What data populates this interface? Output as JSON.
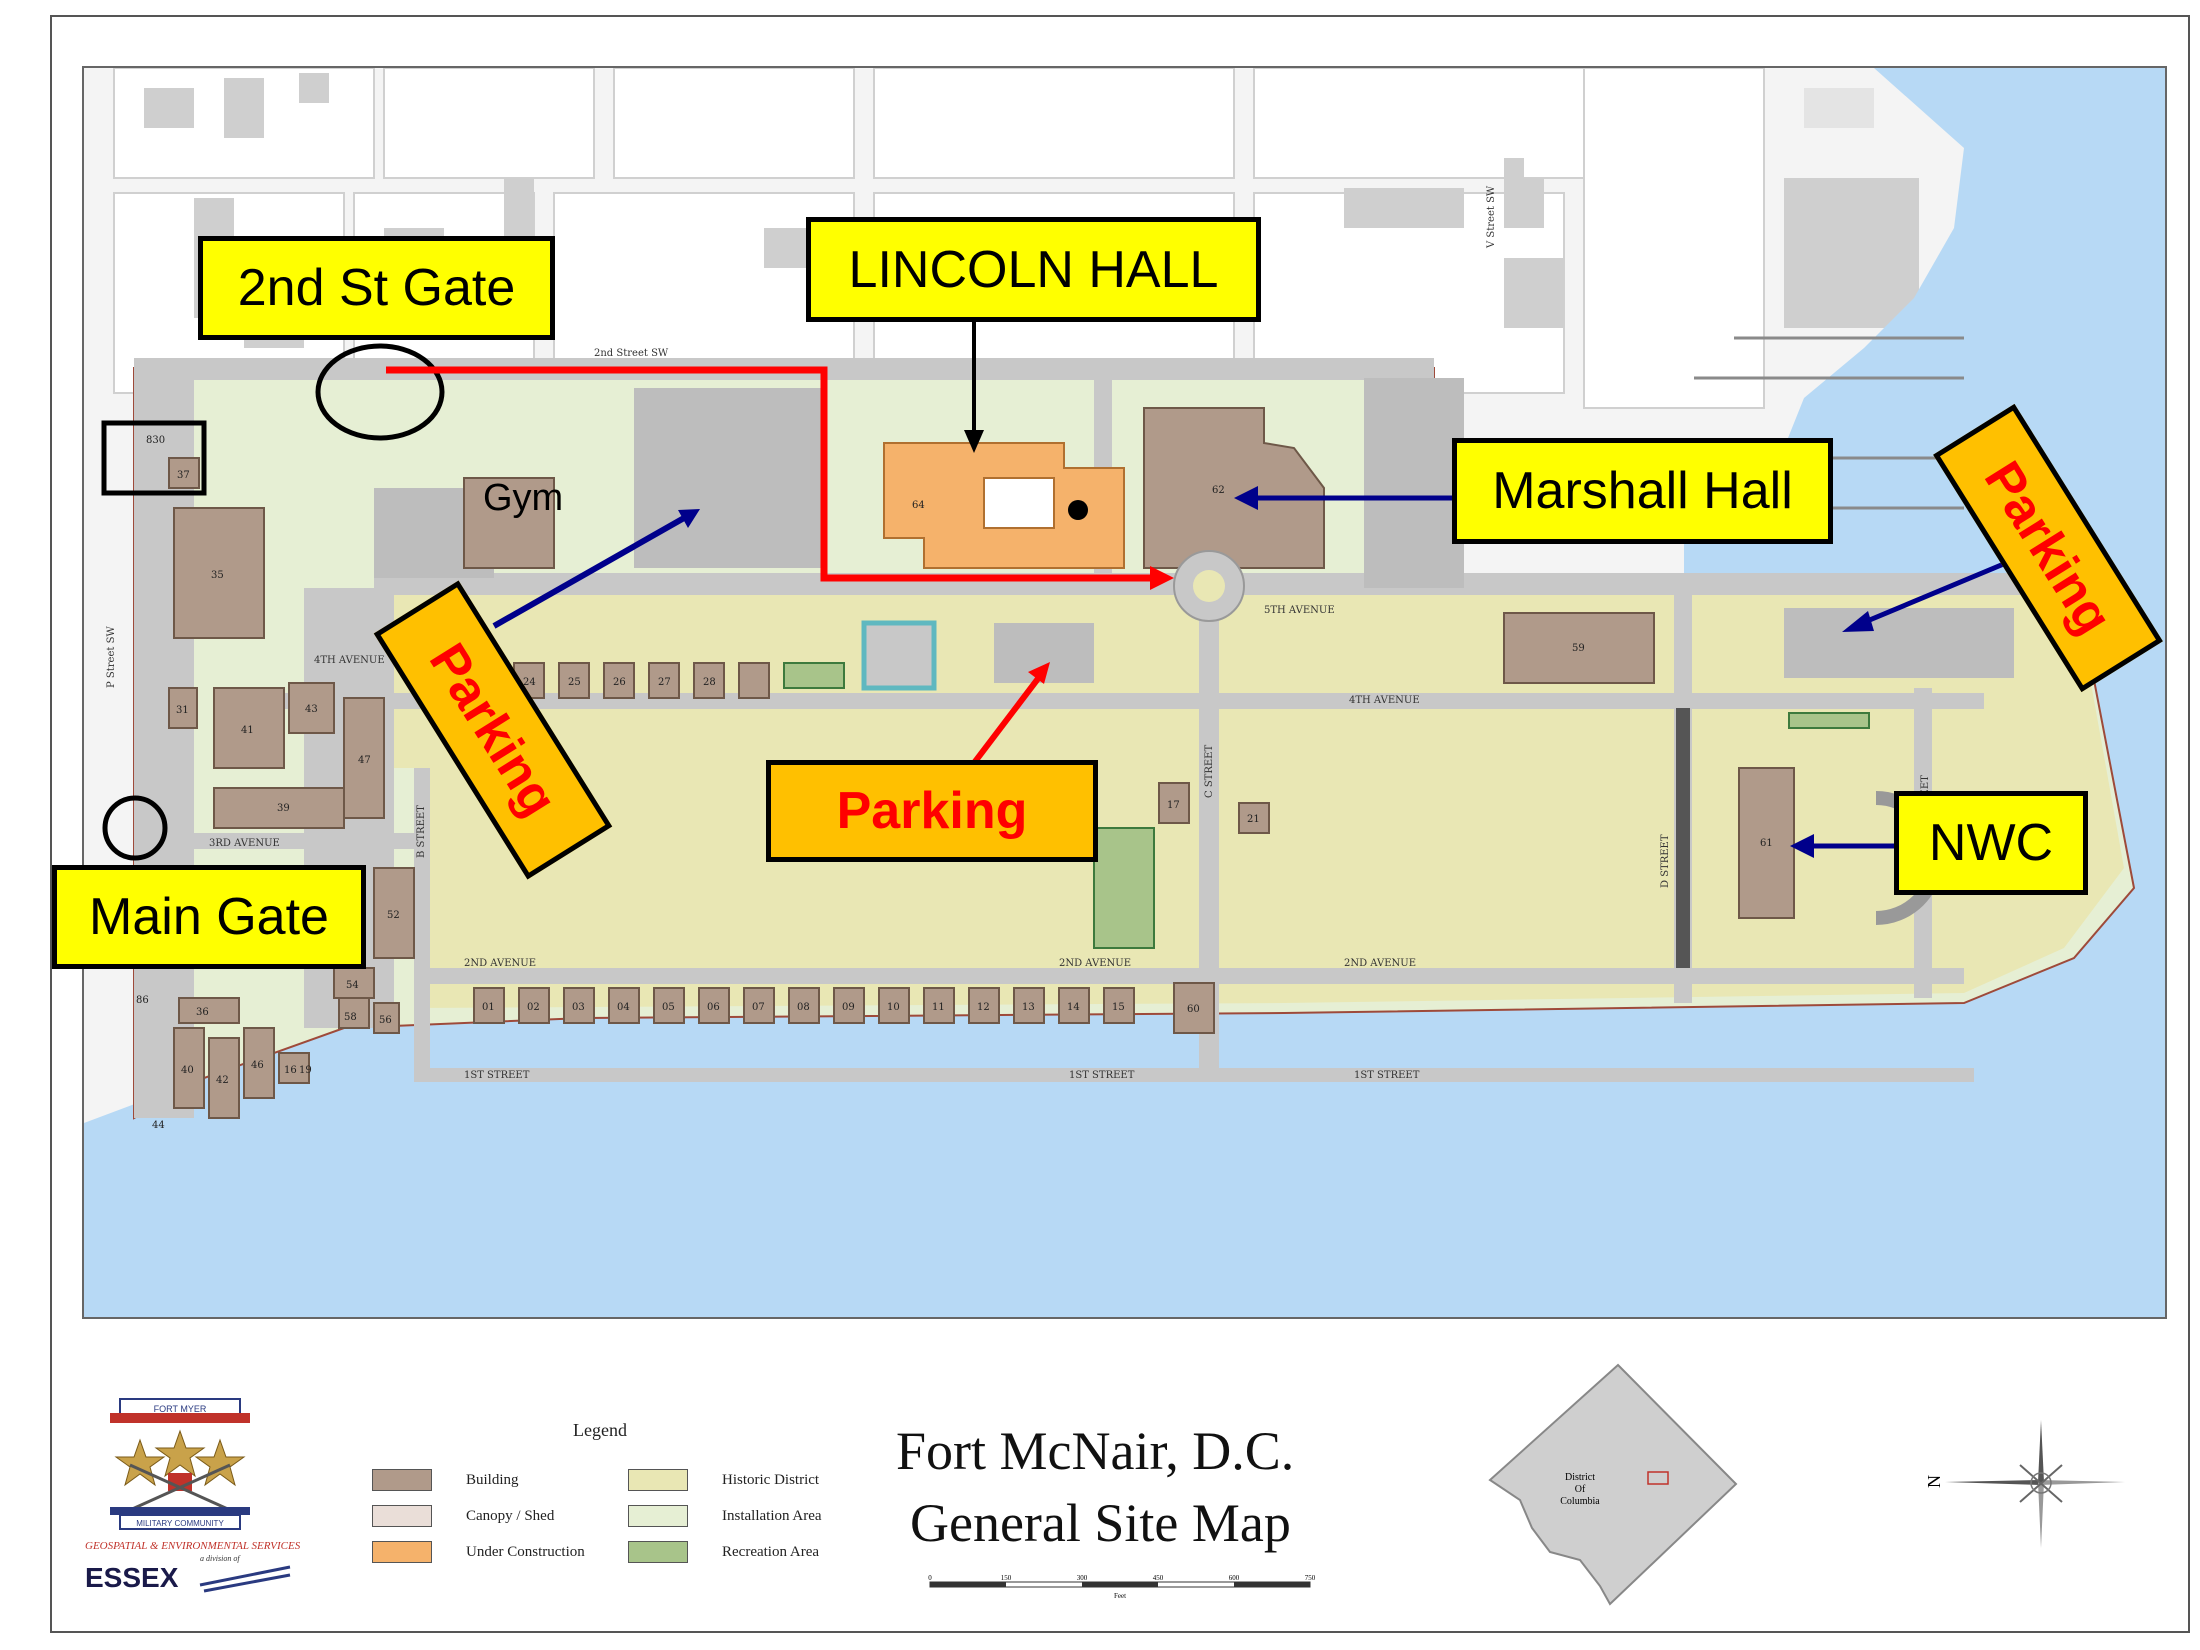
{
  "map": {
    "title_line1": "Fort McNair, D.C.",
    "title_line2": "General Site Map",
    "callouts": {
      "second_st_gate": "2nd St Gate",
      "lincoln_hall": "LINCOLN HALL",
      "marshall_hall": "Marshall Hall",
      "main_gate": "Main Gate",
      "nwc": "NWC",
      "parking_left": "Parking",
      "parking_center": "Parking",
      "parking_right": "Parking"
    },
    "gym_label": "Gym",
    "streets": {
      "fifth_avenue": "5TH AVENUE",
      "fourth_avenue": "4TH AVENUE",
      "fourth_avenue_left": "4TH AVENUE",
      "third_avenue": "3RD AVENUE",
      "second_avenue": "2ND AVENUE",
      "second_avenue_mid": "2ND AVENUE",
      "second_avenue_right": "2ND AVENUE",
      "first_street": "1ST STREET",
      "first_street_mid": "1ST STREET",
      "first_street_right": "1ST STREET",
      "b_street": "B STREET",
      "c_street": "C STREET",
      "d_street": "D STREET",
      "e_street": "E STREET",
      "second_street_sw": "2nd Street SW",
      "p_street_sw": "P Street SW",
      "v_street_sw": "V Street SW"
    },
    "buildings": [
      "35",
      "37",
      "31",
      "41",
      "43",
      "39",
      "47",
      "52",
      "54",
      "36",
      "40",
      "42",
      "46",
      "16",
      "19",
      "58",
      "56",
      "86",
      "44",
      "24",
      "25",
      "26",
      "27",
      "28",
      "01",
      "02",
      "03",
      "04",
      "05",
      "06",
      "07",
      "08",
      "09",
      "10",
      "11",
      "12",
      "13",
      "14",
      "15",
      "60",
      "17",
      "21",
      "59",
      "61",
      "62",
      "64",
      "830"
    ]
  },
  "legend": {
    "title": "Legend",
    "items": [
      {
        "label": "Building",
        "color": "#b09a8a"
      },
      {
        "label": "Canopy / Shed",
        "color": "#eaded8"
      },
      {
        "label": "Under Construction",
        "color": "#f5b26b"
      },
      {
        "label": "Historic District",
        "color": "#e9e7b4"
      },
      {
        "label": "Installation Area",
        "color": "#e6efd4"
      },
      {
        "label": "Recreation Area",
        "color": "#a8c48a"
      }
    ]
  },
  "logo": {
    "top_text": "FORT MYER",
    "bottom_text": "MILITARY COMMUNITY",
    "org_line": "GEOSPATIAL & ENVIRONMENTAL SERVICES",
    "division_text": "a division of",
    "company": "ESSEX"
  },
  "inset": {
    "label_line1": "District",
    "label_line2": "Of",
    "label_line3": "Columbia"
  },
  "scale_bar": {
    "ticks": [
      "0",
      "150",
      "300",
      "450",
      "600",
      "750"
    ],
    "unit": "Feet"
  },
  "compass": {
    "north_label": "N"
  },
  "colors": {
    "water": "#b7d9f5",
    "historic": "#e9e7b4",
    "installation": "#e6efd4",
    "road": "#c8c8c8",
    "building": "#b09a8a",
    "construction": "#f5b26b",
    "callout_yellow": "#ffff00",
    "callout_orange": "#ffc000",
    "route_red": "#ff0000",
    "arrow_blue": "#00008b"
  }
}
